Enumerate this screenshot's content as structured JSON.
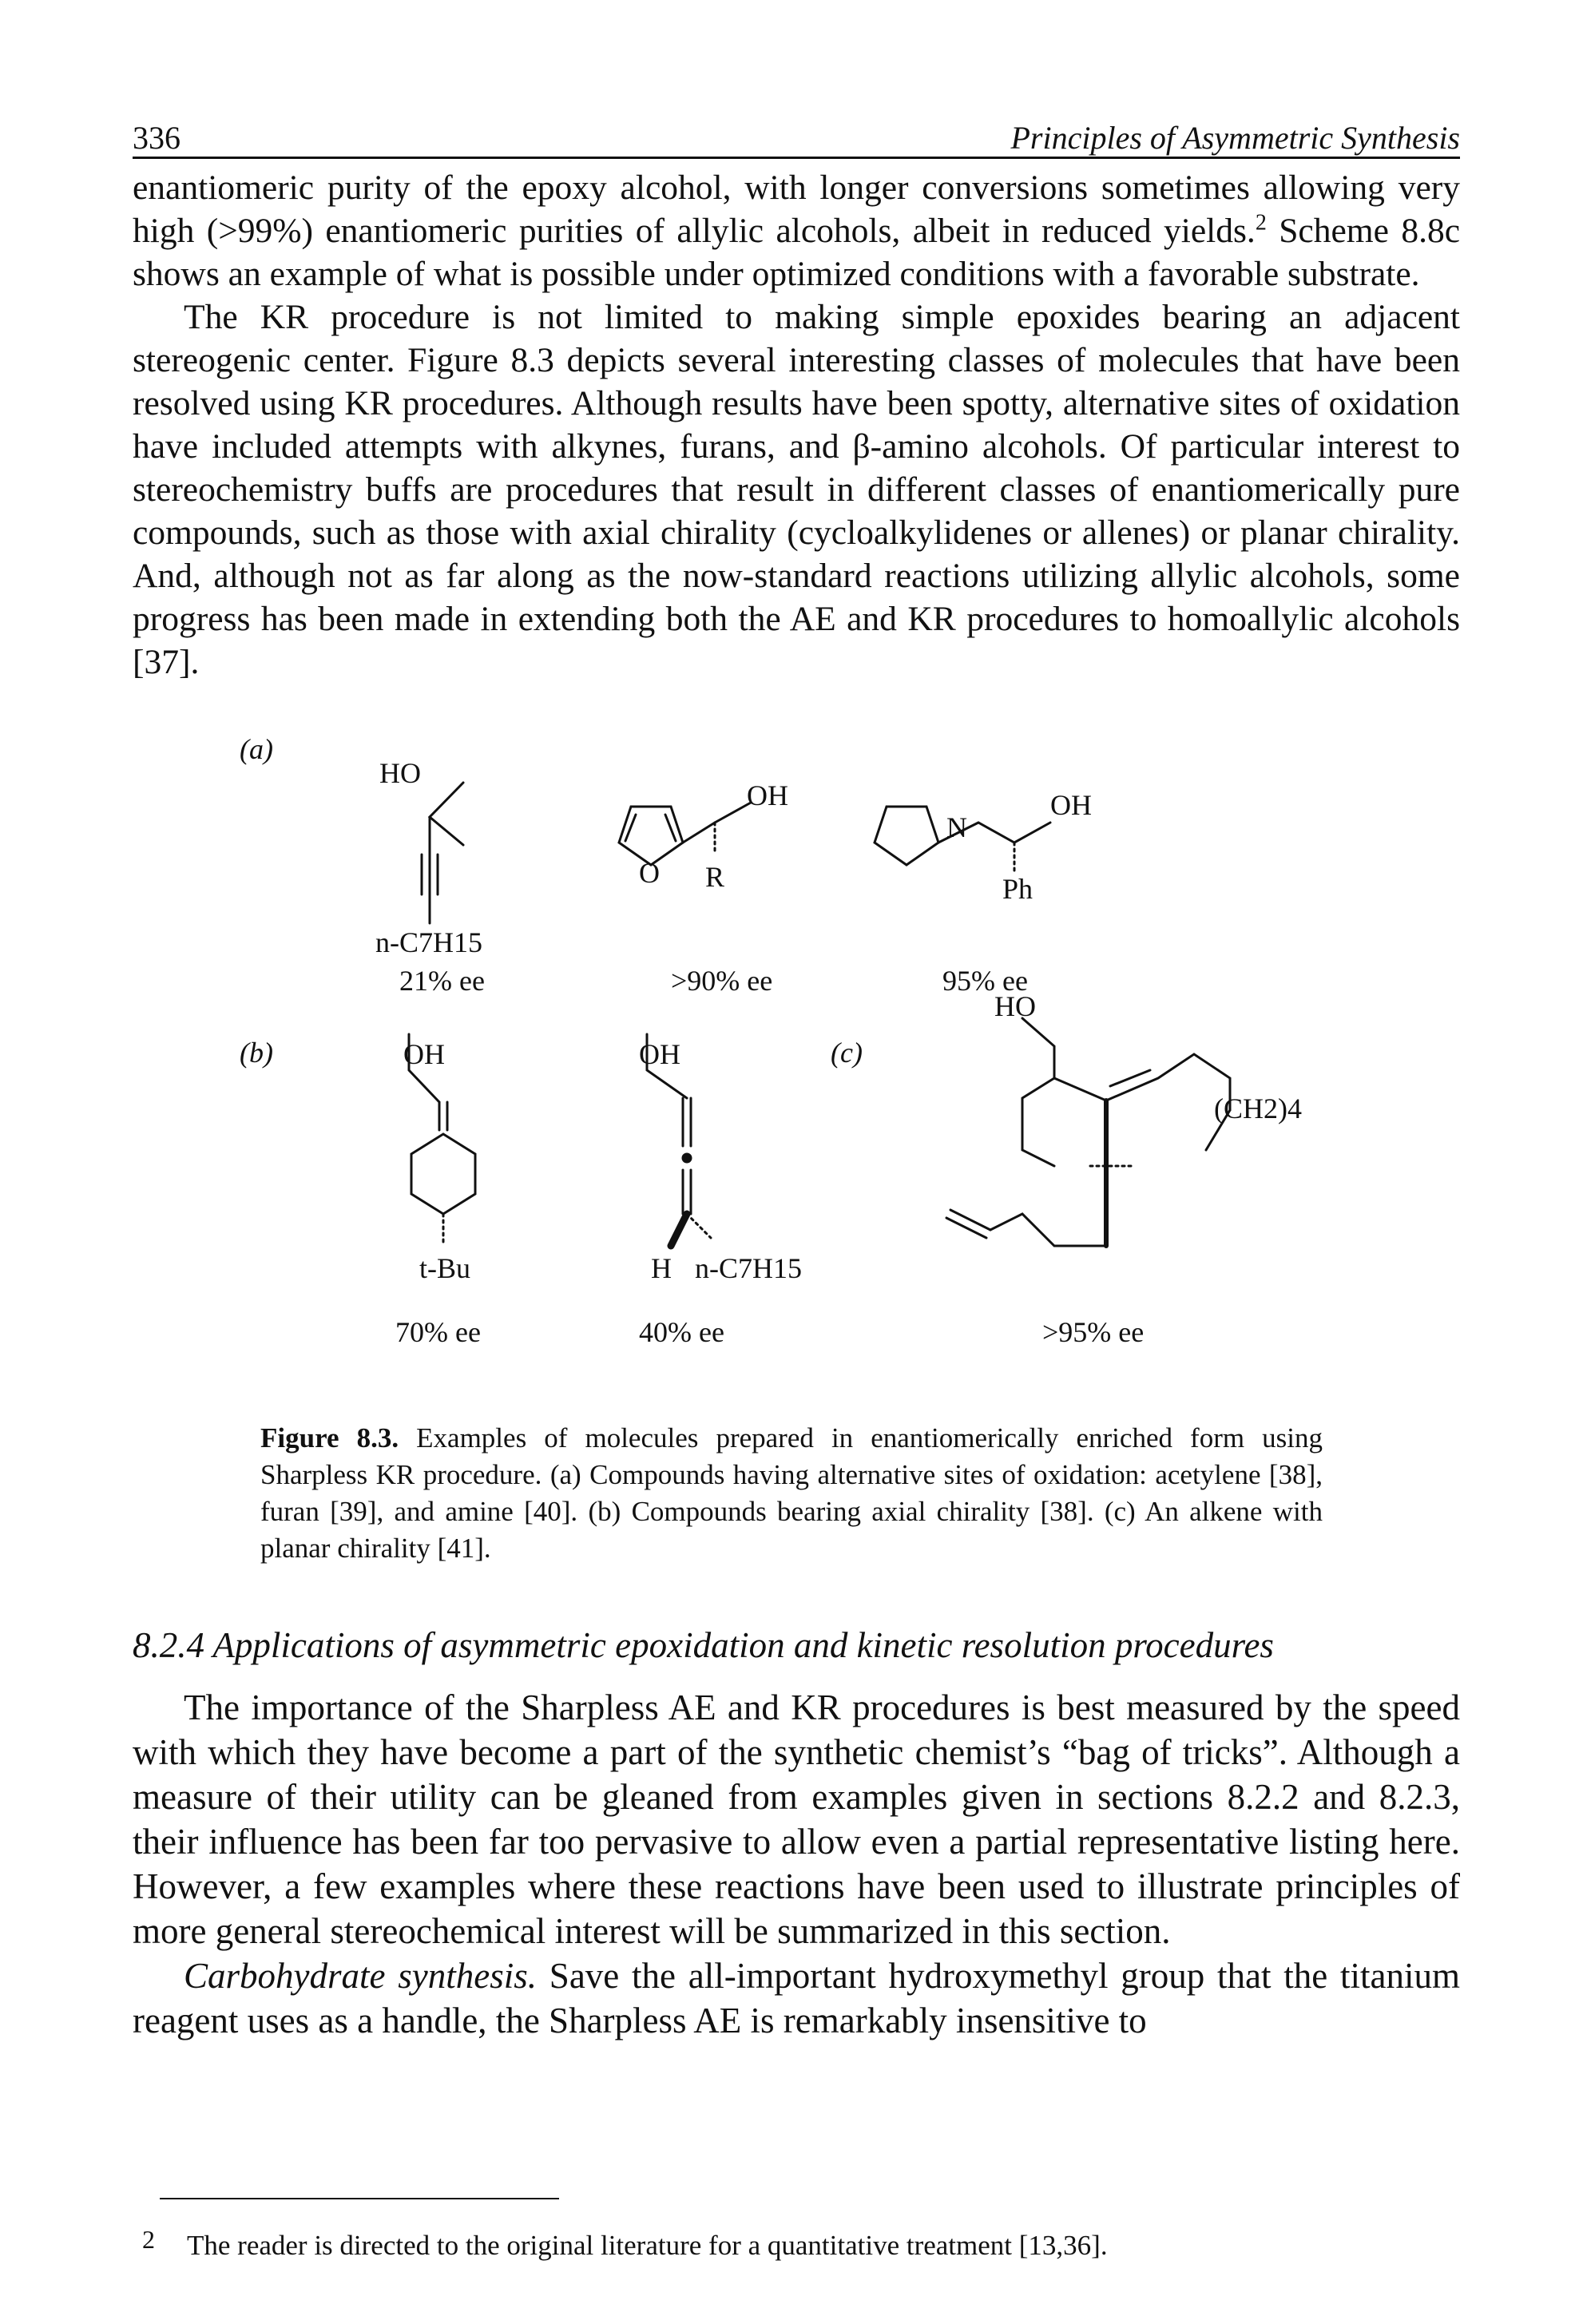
{
  "header": {
    "page_number": "336",
    "running_title": "Principles of Asymmetric Synthesis"
  },
  "body_top": {
    "p1_a": "enantiomeric purity of the epoxy alcohol, with longer conversions sometimes allowing very high (>99%) enantiomeric purities of allylic alcohols, albeit in reduced yields.",
    "p1_ref": "2",
    "p1_b": " Scheme 8.8c shows an example of what is possible under optimized conditions with a favorable substrate.",
    "p2": "The KR procedure is not limited to making simple epoxides bearing an adjacent stereogenic center. Figure 8.3 depicts several interesting classes of molecules that have been resolved using KR procedures. Although results have been spotty, alternative sites of oxidation have included attempts with alkynes, furans, and β-amino alcohols. Of particular interest to stereochemistry buffs are procedures that result in different classes of enantiomerically pure compounds, such as those with axial chirality (cycloalkylidenes or allenes) or planar chirality. And, although not as far along as the now-standard reactions utilizing allylic alcohols, some progress has been made in extending both the AE and KR procedures to homoallylic alcohols [37]."
  },
  "figure": {
    "panel_a": "(a)",
    "panel_b": "(b)",
    "panel_c": "(c)",
    "atoms": {
      "ho": "HO",
      "oh": "OH",
      "o": "O",
      "n": "N",
      "r": "R",
      "ph": "Ph",
      "h": "H",
      "nc7h15": "n-C7H15",
      "tbu": "t-Bu",
      "ch2_4": "(CH2)4"
    },
    "ee": {
      "a1": "21% ee",
      "a2": ">90% ee",
      "a3": "95% ee",
      "b1": "70% ee",
      "b2": "40% ee",
      "c1": ">95% ee"
    }
  },
  "caption": {
    "label": "Figure 8.3.",
    "text": " Examples of molecules prepared in enantiomerically enriched form using Sharpless KR procedure. (a) Compounds having alternative sites of oxidation: acetylene [38], furan [39], and amine [40]. (b) Compounds bearing axial chirality [38]. (c) An alkene with planar chirality [41]."
  },
  "section": {
    "heading": "8.2.4 Applications of asymmetric epoxidation and kinetic resolution procedures"
  },
  "body_bottom": {
    "p1": "The importance of the Sharpless AE and KR procedures is best measured by the speed with which they have become a part of the synthetic chemist’s “bag of tricks”. Although a measure of their utility can be gleaned from examples given in sections 8.2.2 and 8.2.3, their influence has been far too pervasive to allow even a partial representative listing here. However, a few examples where these reactions have been used to illustrate principles of more general stereochemical interest will be summarized in this section.",
    "p2_lead": "Carbohydrate synthesis.",
    "p2_text": " Save the all-important hydroxymethyl group that the titanium reagent uses as a handle, the Sharpless AE is remarkably insensitive to"
  },
  "footnote": {
    "mark": "2",
    "text": "The reader is directed to the original literature for a quantitative treatment [13,36]."
  }
}
